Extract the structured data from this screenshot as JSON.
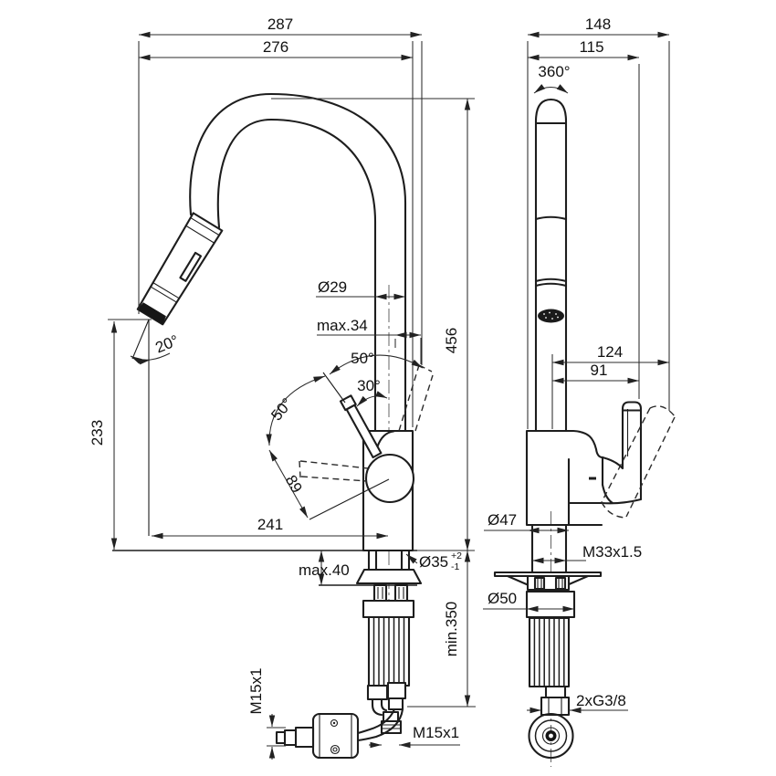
{
  "drawing": {
    "type": "technical-dimension-drawing",
    "subject": "Single-lever kitchen mixer tap with pull-out spray, front and side orthographic views",
    "background": "#ffffff",
    "object_line_color": "#1d1d1d",
    "dimension_line_color": "#2b2b2b"
  },
  "front_view": {
    "dimensions": {
      "overall_reach": "287",
      "spout_reach": "276",
      "spray_head_angle": "20°",
      "spray_outlet_height": "233",
      "spout_tube_diameter": "Ø29",
      "spout_offset_max": "max.34",
      "spout_height": "456",
      "lever_swing_upper": "50°",
      "lever_open_angle": "30°",
      "lever_swing_lower": "50°",
      "lever_length": "89",
      "outlet_projection": "241",
      "deck_thickness_max": "max.40",
      "tap_hole_diameter": "Ø35",
      "tap_hole_tol_plus": "+2",
      "tap_hole_tol_minus": "-1",
      "clearance_below_min": "min.350",
      "hose_thread_side": "M15x1",
      "hose_thread_elbow": "M15x1"
    }
  },
  "side_view": {
    "dimensions": {
      "overall_depth": "148",
      "spout_depth": "115",
      "swivel_range": "360°",
      "lever_reach_back": "124",
      "lever_reach": "91",
      "body_diameter": "Ø47",
      "shank_thread": "M33x1.5",
      "shank_collar_diameter": "Ø50",
      "supply_connection": "2xG3/8"
    }
  }
}
